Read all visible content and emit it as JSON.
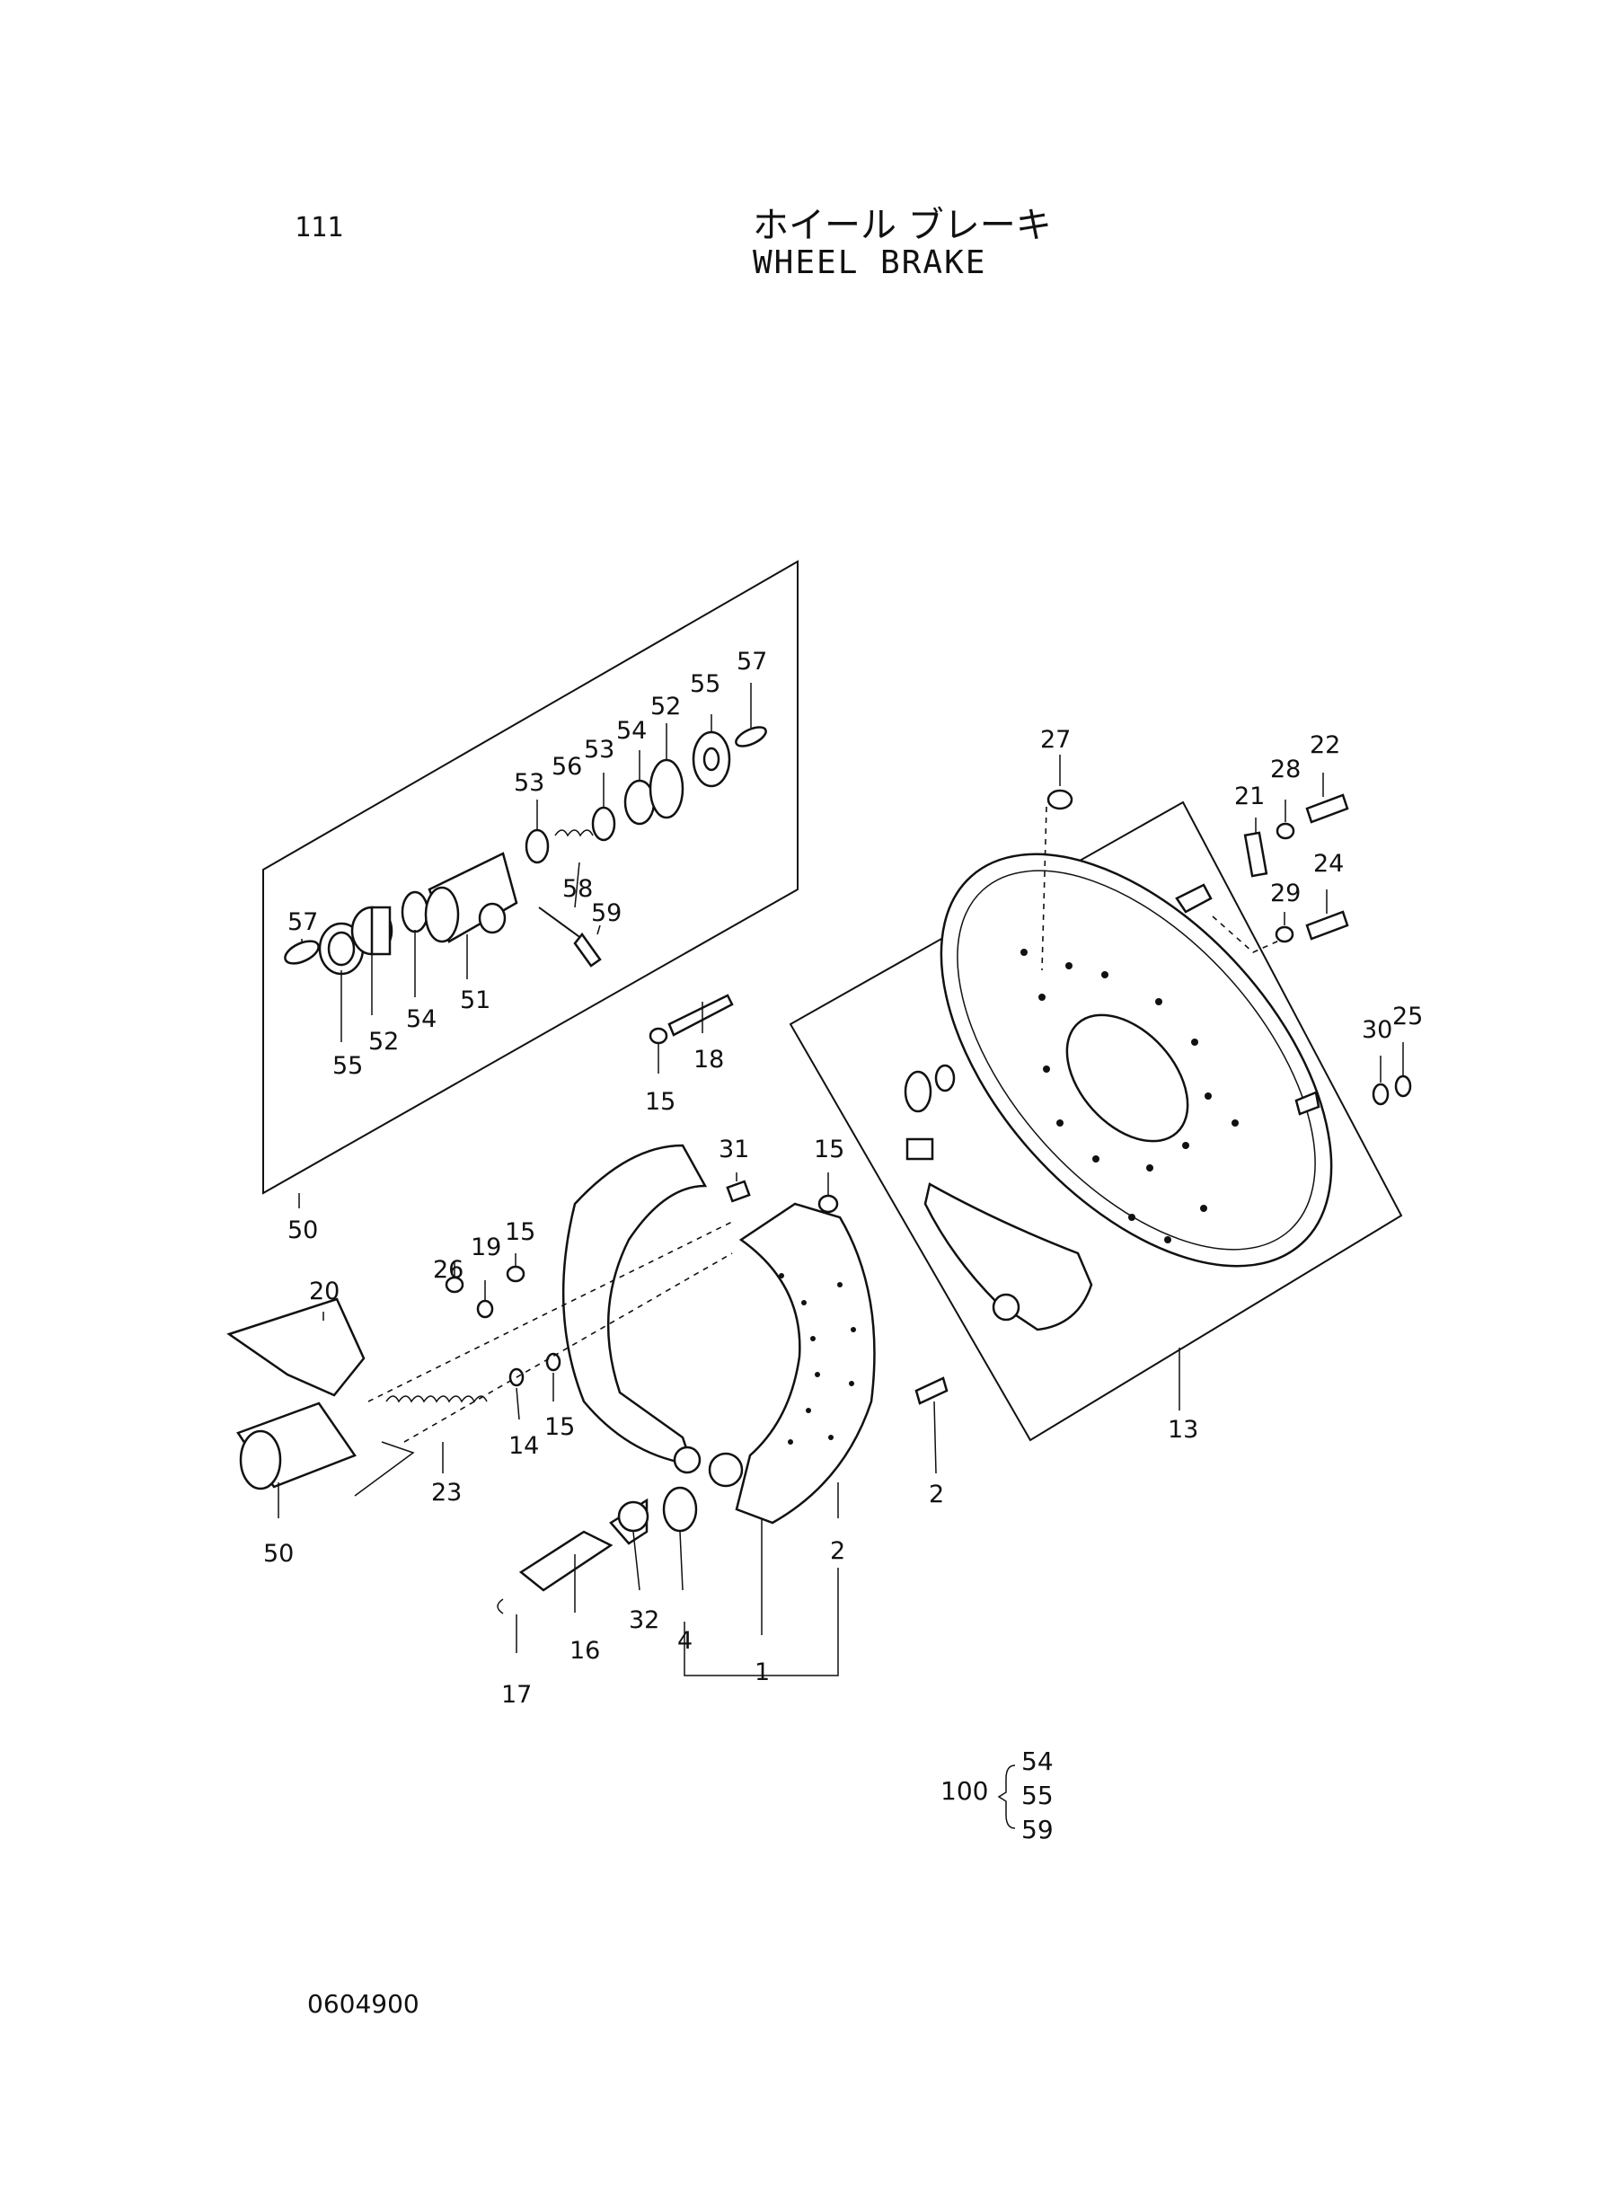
{
  "header": {
    "page_number": "111",
    "title_jp": "ホイール ブレーキ",
    "title_en": "WHEEL BRAKE"
  },
  "footer": {
    "drawing_code": "0604900"
  },
  "kit": {
    "label": "100",
    "items": [
      "54",
      "55",
      "59"
    ]
  },
  "callouts": {
    "c57a": "57",
    "c55a": "55",
    "c52a": "52",
    "c54a": "54",
    "c53a": "53",
    "c56": "56",
    "c53b": "53",
    "c58": "58",
    "c59": "59",
    "c57b": "57",
    "c55b": "55",
    "c52b": "52",
    "c54b": "54",
    "c51": "51",
    "c50a": "50",
    "c15a": "15",
    "c18": "18",
    "c31": "31",
    "c15b": "15",
    "c26": "26",
    "c19": "19",
    "c15c": "15",
    "c20": "20",
    "c14": "14",
    "c15d": "15",
    "c23": "23",
    "c50b": "50",
    "c16": "16",
    "c32": "32",
    "c4": "4",
    "c17": "17",
    "c1": "1",
    "c2a": "2",
    "c2b": "2",
    "c13": "13",
    "c27": "27",
    "c28": "28",
    "c22": "22",
    "c21": "21",
    "c24": "24",
    "c29": "29",
    "c30": "30",
    "c25": "25"
  }
}
